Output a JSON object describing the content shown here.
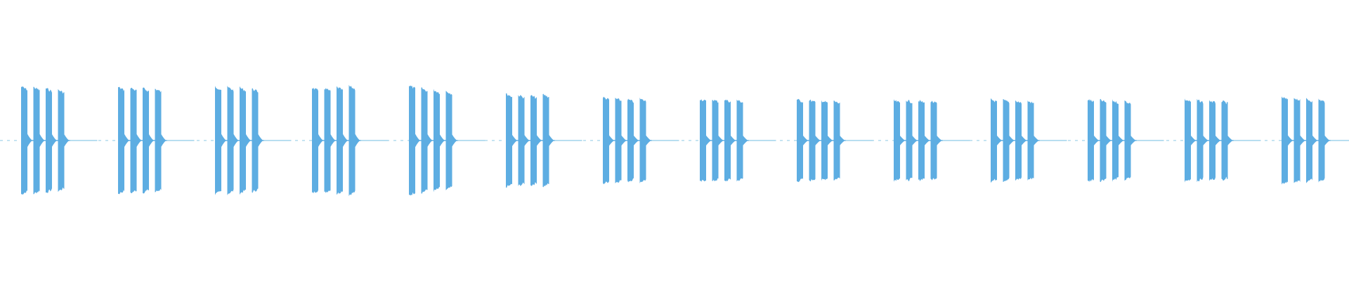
{
  "waveform": {
    "color": "#5dade2",
    "baseline_color": "#8ecae6",
    "amplitude_scale": 1.0,
    "bursts": [
      {
        "pulse_amplitudes": [
          0.96,
          0.95,
          0.93,
          0.9
        ]
      },
      {
        "pulse_amplitudes": [
          0.95,
          0.94,
          0.93,
          0.92
        ]
      },
      {
        "pulse_amplitudes": [
          0.96,
          0.95,
          0.94,
          0.92
        ]
      },
      {
        "pulse_amplitudes": [
          0.94,
          0.93,
          0.95,
          0.97
        ]
      },
      {
        "pulse_amplitudes": [
          0.98,
          0.93,
          0.9,
          0.88
        ]
      },
      {
        "pulse_amplitudes": [
          0.83,
          0.81,
          0.8,
          0.82
        ]
      },
      {
        "pulse_amplitudes": [
          0.77,
          0.75,
          0.73,
          0.74
        ]
      },
      {
        "pulse_amplitudes": [
          0.74,
          0.73,
          0.73,
          0.72
        ]
      },
      {
        "pulse_amplitudes": [
          0.73,
          0.72,
          0.71,
          0.7
        ]
      },
      {
        "pulse_amplitudes": [
          0.71,
          0.72,
          0.71,
          0.7
        ]
      },
      {
        "pulse_amplitudes": [
          0.73,
          0.72,
          0.71,
          0.7
        ]
      },
      {
        "pulse_amplitudes": [
          0.73,
          0.72,
          0.71,
          0.7
        ]
      },
      {
        "pulse_amplitudes": [
          0.73,
          0.72,
          0.71,
          0.7
        ]
      },
      {
        "pulse_amplitudes": [
          0.77,
          0.76,
          0.74,
          0.73
        ]
      }
    ]
  }
}
